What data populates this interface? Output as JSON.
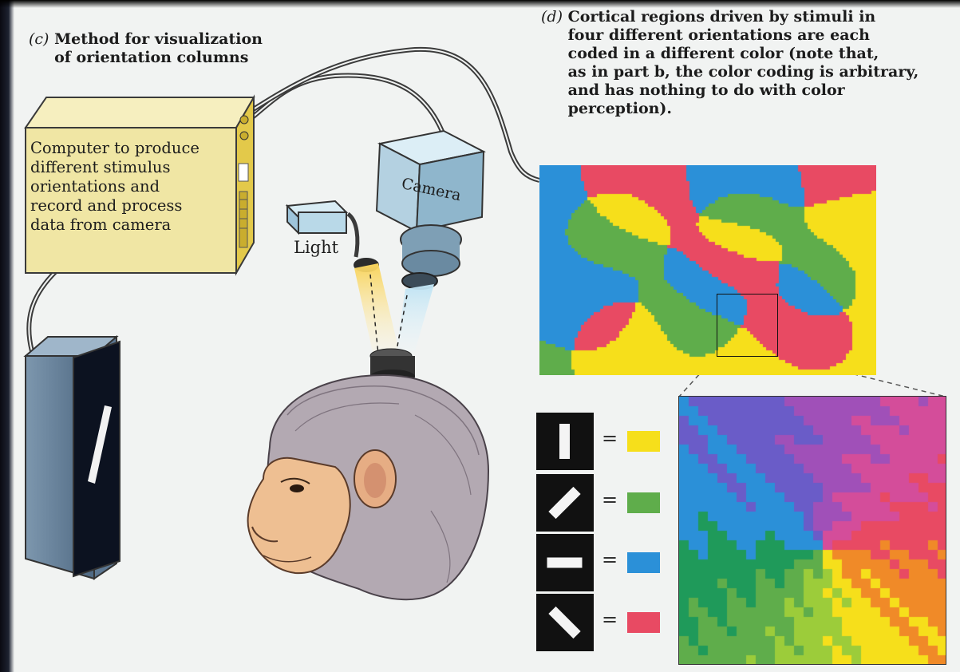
{
  "caption_c": {
    "letter": "(c)",
    "text": "Method for visualization\nof orientation columns"
  },
  "caption_d": {
    "letter": "(d)",
    "text": "Cortical regions driven by stimuli in\nfour different orientations are each\ncoded in a different color (note that,\nas in part b, the color coding is arbitrary,\nand has nothing to do with color\nperception)."
  },
  "computer_label": "Computer to produce\ndifferent stimulus\norientations and\nrecord and process\ndata from camera",
  "light_label": "Light",
  "camera_label": "Camera",
  "legend": [
    {
      "orientation_deg": 0,
      "color": "#f6df1b",
      "icon": "vertical-bar-icon"
    },
    {
      "orientation_deg": 45,
      "color": "#5fad4b",
      "icon": "diagonal-bar-right-icon"
    },
    {
      "orientation_deg": 90,
      "color": "#2b90d8",
      "icon": "horizontal-bar-icon"
    },
    {
      "orientation_deg": 135,
      "color": "#e84a63",
      "icon": "diagonal-bar-left-icon"
    }
  ],
  "map_colors": [
    "#f6df1b",
    "#5fad4b",
    "#2b90d8",
    "#e84a63",
    "#a050b8",
    "#f08a28"
  ],
  "colors": {
    "computer_box": "#f0e6a4",
    "monitor": "#6f8aa3",
    "camera": "#a9c6d8",
    "background": "#f1f3f2"
  }
}
